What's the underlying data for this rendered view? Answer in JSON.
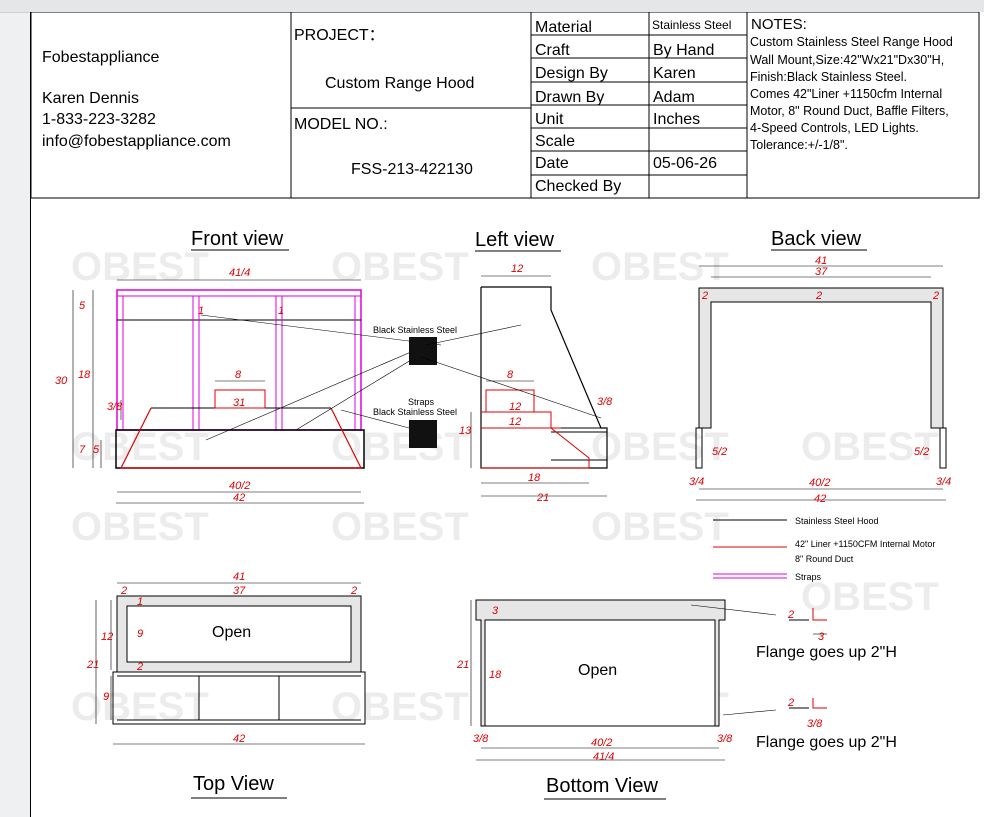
{
  "company": {
    "name": "Fobestappliance",
    "contact_name": "Karen Dennis",
    "phone": "1-833-223-3282",
    "email": "info@fobestappliance.com"
  },
  "project": {
    "project_label": "PROJECT：",
    "project_name": "Custom Range Hood",
    "model_label": "MODEL NO.:",
    "model_no": "FSS-213-422130"
  },
  "specs": [
    {
      "label": "Material",
      "value": "Stainless Steel"
    },
    {
      "label": "Craft",
      "value": "By Hand"
    },
    {
      "label": "Design By",
      "value": "Karen"
    },
    {
      "label": "Drawn By",
      "value": "Adam"
    },
    {
      "label": "Unit",
      "value": "Inches"
    },
    {
      "label": "Scale",
      "value": ""
    },
    {
      "label": "Date",
      "value": "05-06-26"
    },
    {
      "label": "Checked By",
      "value": ""
    }
  ],
  "notes": {
    "title": "NOTES:",
    "lines": [
      "Custom Stainless Steel Range Hood",
      "Wall Mount,Size:42\"Wx21\"Dx30\"H,",
      "Finish:Black Stainless Steel.",
      "Comes 42\"Liner +1150cfm Internal",
      "Motor, 8\" Round Duct, Baffle Filters,",
      "4-Speed Controls, LED Lights.",
      "Tolerance:+/-1/8\"."
    ]
  },
  "views": {
    "front": "Front view",
    "left": "Left view",
    "back": "Back view",
    "top": "Top View",
    "bottom": "Bottom View"
  },
  "callouts": {
    "black_ss": "Black Stainless Steel",
    "straps": "Straps",
    "black_ss2": "Black Stainless Steel",
    "open_top": "Open",
    "open_bottom": "Open",
    "flange1": "Flange goes up 2\"H",
    "flange2": "Flange goes up 2\"H"
  },
  "legend": [
    {
      "label": "Stainless Steel Hood",
      "color": "#000000"
    },
    {
      "label": "42\" Liner +1150CFM Internal Motor",
      "color": "#e00000"
    },
    {
      "label": "8\" Round Duct",
      "color": "#e00000"
    },
    {
      "label": "Straps",
      "color": "#e000e0"
    }
  ],
  "dims": {
    "front": {
      "top": "41/4",
      "h30": "30",
      "h5": "5",
      "h18": "18",
      "h7": "7",
      "h5b": "5",
      "d1a": "1",
      "d1b": "1",
      "d8": "8",
      "d31": "31",
      "d38": "3/8",
      "d402": "40/2",
      "d42": "42"
    },
    "left": {
      "d12": "12",
      "d8": "8",
      "d12b": "12",
      "d12c": "12",
      "d13": "13",
      "d18": "18",
      "d21": "21",
      "d38": "3/8"
    },
    "back": {
      "d41": "41",
      "d37": "37",
      "d2a": "2",
      "d2b": "2",
      "d2c": "2",
      "d52a": "5/2",
      "d52b": "5/2",
      "d34a": "3/4",
      "d34b": "3/4",
      "d402": "40/2",
      "d42": "42"
    },
    "top": {
      "d41": "41",
      "d37": "37",
      "d2a": "2",
      "d2b": "2",
      "d2c": "2",
      "d1": "1",
      "d9": "9",
      "d12": "12",
      "d21": "21",
      "d9b": "9",
      "d42": "42"
    },
    "bottom": {
      "d3": "3",
      "d21": "21",
      "d18": "18",
      "d38a": "3/8",
      "d38b": "3/8",
      "d402": "40/2",
      "d414": "41/4",
      "f2a": "2",
      "f3": "3",
      "f2b": "2",
      "f38": "3/8"
    }
  }
}
